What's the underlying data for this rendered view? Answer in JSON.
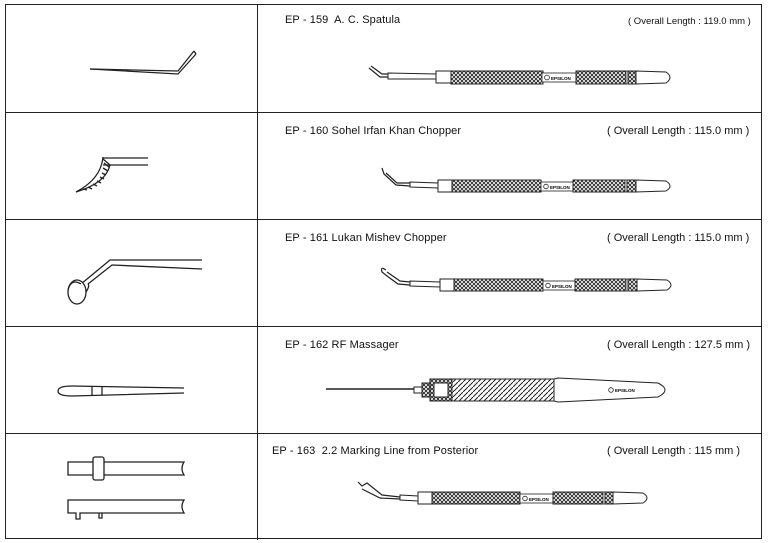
{
  "brand": "EPSILON",
  "rows": [
    {
      "title": "EP - 159  A. C. Spatula",
      "length": "( Overall Length : 119.0 mm )"
    },
    {
      "title": "EP - 160 Sohel Irfan Khan Chopper",
      "length": "( Overall Length : 115.0 mm )"
    },
    {
      "title": "EP - 161 Lukan Mishev Chopper",
      "length": "( Overall Length : 115.0 mm )"
    },
    {
      "title": "EP - 162 RF Massager",
      "length": "( Overall Length : 127.5 mm )"
    },
    {
      "title": "EP - 163  2.2 Marking Line from Posterior",
      "length": "( Overall Length : 115 mm )"
    }
  ]
}
